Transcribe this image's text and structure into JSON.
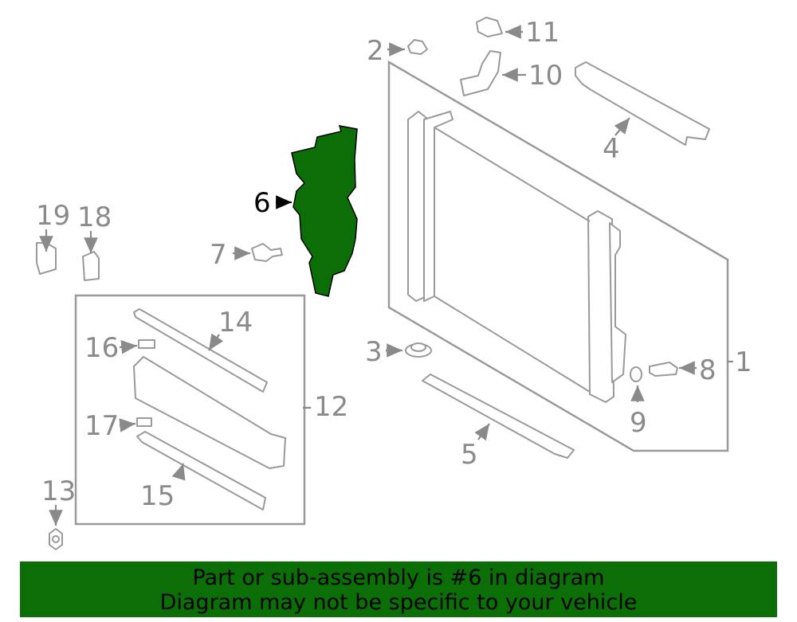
{
  "highlight_color": "#0b6e06",
  "highlighted_part": "6",
  "callouts": [
    "1",
    "2",
    "3",
    "4",
    "5",
    "6",
    "7",
    "8",
    "9",
    "10",
    "11",
    "12",
    "13",
    "14",
    "15",
    "16",
    "17",
    "18",
    "19"
  ],
  "banner": {
    "line1": "Part or sub-assembly is #6 in diagram",
    "line2": "Diagram may not be specific to your vehicle"
  }
}
